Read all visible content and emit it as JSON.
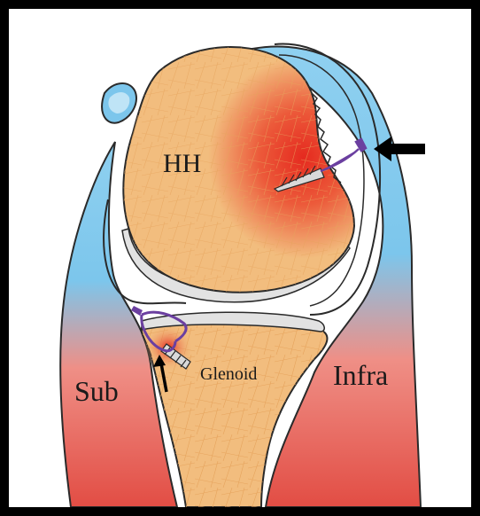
{
  "labels": {
    "humeral_head": "HH",
    "glenoid": "Glenoid",
    "subscapularis": "Sub",
    "infraspinatus": "Infra"
  },
  "colors": {
    "bone": "#f2bd7e",
    "bone_texture": "#e9a861",
    "inflamed": "#e53224",
    "muscle": "#e8544a",
    "muscle_light": "#f1978a",
    "capsule": "#6cc2ea",
    "capsule_light": "#bfe4f6",
    "cartilage": "#e2e2e2",
    "suture": "#6b3fa0",
    "arrow": "#000000"
  },
  "icons": {
    "upper_pointer": "arrow-left-icon",
    "lower_pointer": "arrow-up-icon",
    "upper_anchor": "suture-anchor-icon",
    "lower_anchor": "suture-anchor-icon"
  }
}
